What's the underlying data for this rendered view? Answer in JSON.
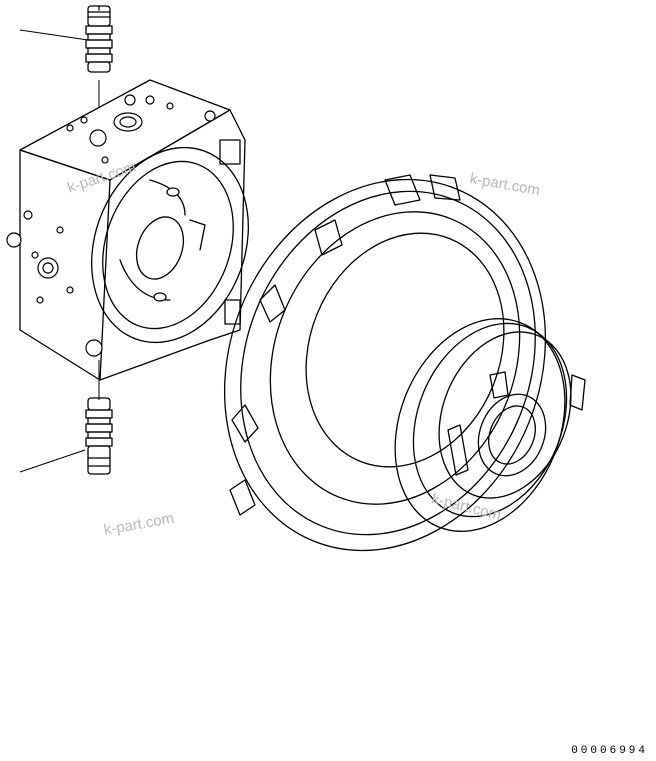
{
  "watermark": {
    "top_left": "k-part.com",
    "top_right": "k-part.com",
    "bottom_left": "k-part.com",
    "bottom_right": "k-part.com"
  },
  "reference_number": "00006994"
}
